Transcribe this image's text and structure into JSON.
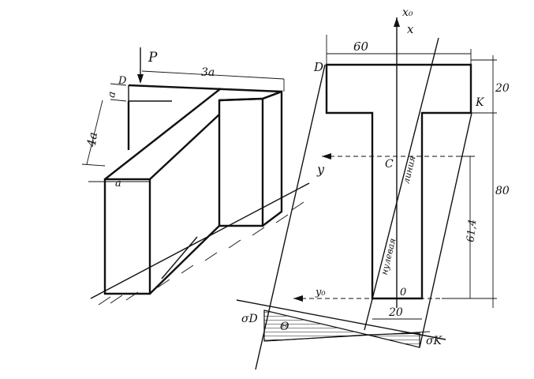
{
  "left_figure": {
    "load_label": "P",
    "point_label": "D",
    "dim_width": "3a",
    "dim_height": "4a",
    "dim_flange": "a",
    "dim_web": "a"
  },
  "right_figure": {
    "point_D": "D",
    "point_K": "K",
    "point_C": "C",
    "point_O": "0",
    "axis_x0": "x₀",
    "axis_x": "x",
    "axis_y": "y",
    "axis_y0": "y₀",
    "dim_top_width": "60",
    "dim_flange_thk": "20",
    "dim_web_height": "80",
    "dim_centroid": "61,4",
    "dim_web_width": "20",
    "neutral_line_label_1": "нулевая",
    "neutral_line_label_2": "линия",
    "theta_label": "Θ",
    "stress_D_label": "σD",
    "stress_K_label": "σK"
  }
}
